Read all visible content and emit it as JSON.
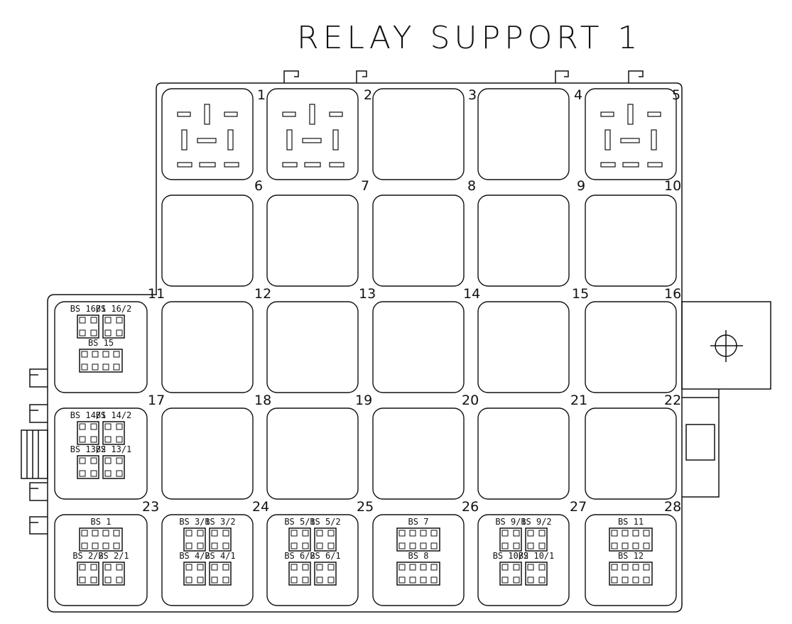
{
  "title": "RELAY SUPPORT 1",
  "slot_numbers": [
    "1",
    "2",
    "3",
    "4",
    "5",
    "6",
    "7",
    "8",
    "9",
    "10",
    "11",
    "12",
    "13",
    "14",
    "15",
    "16",
    "17",
    "18",
    "19",
    "20",
    "21",
    "22",
    "23",
    "24",
    "25",
    "26",
    "27",
    "28"
  ],
  "relay_slots": [
    "1",
    "2",
    "5"
  ],
  "fuse_groups": [
    {
      "position": "left-row3",
      "rows": [
        {
          "type": "pair",
          "labels": [
            "BS 16/1",
            "BS 16/2"
          ]
        },
        {
          "type": "octal",
          "labels": [
            "BS 15"
          ]
        }
      ]
    },
    {
      "position": "left-row4",
      "rows": [
        {
          "type": "pair",
          "labels": [
            "BS 14/1",
            "BS 14/2"
          ]
        },
        {
          "type": "pair",
          "labels": [
            "BS 13/2",
            "BS 13/1"
          ]
        }
      ]
    },
    {
      "position": "left-row5",
      "rows": [
        {
          "type": "octal",
          "labels": [
            "BS 1"
          ]
        },
        {
          "type": "pair",
          "labels": [
            "BS 2/2",
            "BS 2/1"
          ]
        }
      ]
    },
    {
      "position": "col1-row5",
      "rows": [
        {
          "type": "pair",
          "labels": [
            "BS 3/1",
            "BS 3/2"
          ]
        },
        {
          "type": "pair",
          "labels": [
            "BS 4/2",
            "BS 4/1"
          ]
        }
      ]
    },
    {
      "position": "col2-row5",
      "rows": [
        {
          "type": "pair",
          "labels": [
            "BS 5/1",
            "BS 5/2"
          ]
        },
        {
          "type": "pair",
          "labels": [
            "BS 6/2",
            "BS 6/1"
          ]
        }
      ]
    },
    {
      "position": "col3-row5",
      "rows": [
        {
          "type": "octal",
          "labels": [
            "BS 7"
          ]
        },
        {
          "type": "octal",
          "labels": [
            "BS 8"
          ]
        }
      ]
    },
    {
      "position": "col4-row5",
      "rows": [
        {
          "type": "pair",
          "labels": [
            "BS 9/1",
            "BS 9/2"
          ]
        },
        {
          "type": "pair",
          "labels": [
            "BS 10/2",
            "BS 10/1"
          ]
        }
      ]
    },
    {
      "position": "col5-row5",
      "rows": [
        {
          "type": "octal",
          "labels": [
            "BS 11"
          ]
        },
        {
          "type": "octal",
          "labels": [
            "BS 12"
          ]
        }
      ]
    }
  ]
}
